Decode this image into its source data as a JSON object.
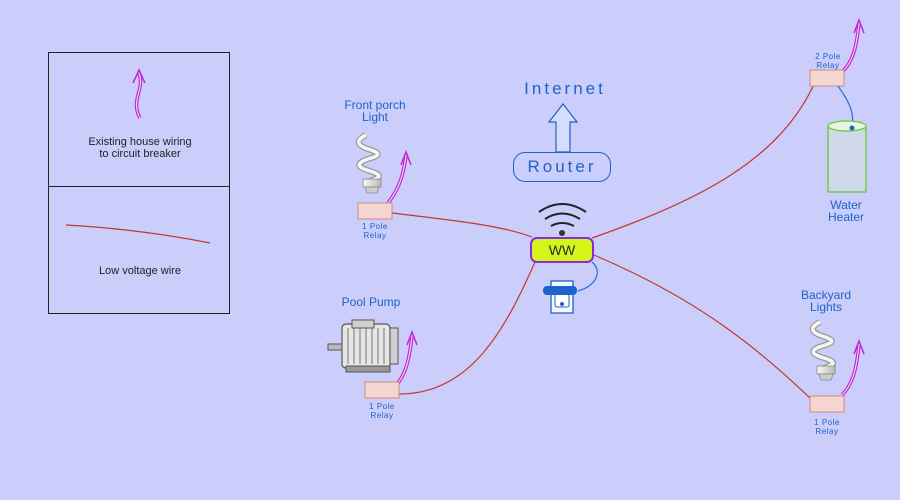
{
  "legend": {
    "house_wiring": "Existing house wiring\nto circuit breaker",
    "low_voltage": "Low voltage wire"
  },
  "network": {
    "internet": "Internet",
    "router": "Router",
    "hub": "WW"
  },
  "devices": {
    "front_porch": {
      "name": "Front porch\nLight",
      "relay": "1 Pole\nRelay"
    },
    "pool_pump": {
      "name": "Pool Pump",
      "relay": "1 Pole\nRelay"
    },
    "water_heater": {
      "name": "Water\nHeater",
      "relay": "2 Pole\nRelay"
    },
    "backyard": {
      "name": "Backyard\nLights",
      "relay": "1 Pole\nRelay"
    }
  },
  "colors": {
    "background": "#cbcdfb",
    "wire": "#c0392b",
    "house_wire_arrow": "#c026d3",
    "label_blue": "#1e63c8",
    "hub_fill": "#d4f51a",
    "hub_border": "#8a2be2",
    "heater_outline": "#66cc33"
  },
  "icons": [
    "house-wiring-arrow-icon",
    "wifi-icon",
    "cfl-bulb-icon",
    "motor-icon",
    "outlet-icon",
    "water-tank-icon",
    "up-arrow-icon"
  ]
}
